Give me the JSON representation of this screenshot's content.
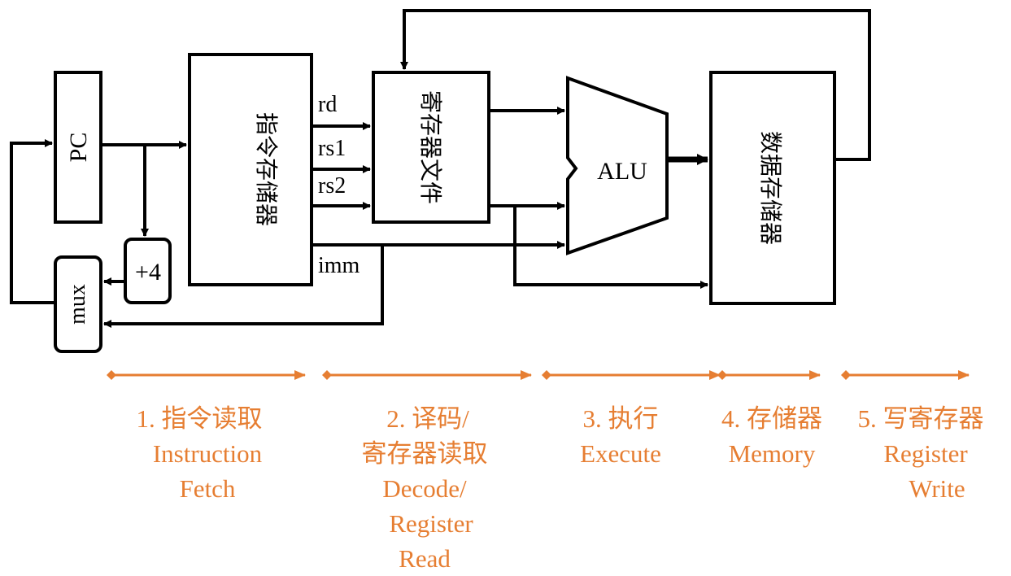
{
  "diagram": {
    "pc_label": "PC",
    "imem_label": "指令存储器",
    "regfile_label": "寄存器文件",
    "alu_label": "ALU",
    "dmem_label": "数据存储器",
    "mux_label": "mux",
    "adder_label": "+4",
    "signal_rd": "rd",
    "signal_rs1": "rs1",
    "signal_rs2": "rs2",
    "signal_imm": "imm"
  },
  "stages": [
    {
      "zh": "1. 指令读取",
      "en": [
        "Instruction",
        "Fetch"
      ]
    },
    {
      "zh": [
        "2. 译码/",
        "寄存器读取"
      ],
      "en": [
        "Decode/",
        "Register",
        "Read"
      ]
    },
    {
      "zh": "3. 执行",
      "en": [
        "Execute"
      ]
    },
    {
      "zh": "4. 存储器",
      "en": [
        "Memory"
      ]
    },
    {
      "zh": "5. 写寄存器",
      "en": [
        "Register",
        "Write"
      ]
    }
  ],
  "colors": {
    "stage_accent": "#e67e32",
    "line": "#000000"
  }
}
